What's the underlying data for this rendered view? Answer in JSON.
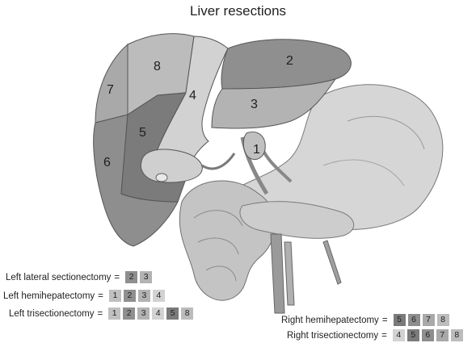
{
  "title": "Liver resections",
  "segments": [
    {
      "id": "1",
      "label": "1"
    },
    {
      "id": "2",
      "label": "2"
    },
    {
      "id": "3",
      "label": "3"
    },
    {
      "id": "4",
      "label": "4"
    },
    {
      "id": "5",
      "label": "5"
    },
    {
      "id": "6",
      "label": "6"
    },
    {
      "id": "7",
      "label": "7"
    },
    {
      "id": "8",
      "label": "8"
    }
  ],
  "colors": {
    "seg1": "#c0c0c0",
    "seg2": "#8f8f8f",
    "seg3": "#b3b3b3",
    "seg4": "#d2d2d2",
    "seg5": "#7b7b7b",
    "seg6": "#8e8e8e",
    "seg7": "#a9a9a9",
    "seg8": "#bcbcbc",
    "gallbladder": "#cfcfcf",
    "stomach": "#d6d6d6",
    "intestine": "#c4c4c4",
    "vessels": "#9a9a9a",
    "outline": "#555555"
  },
  "resections": [
    {
      "name": "Left lateral sectionectomy",
      "equals": "=",
      "segments": [
        "2",
        "3"
      ]
    },
    {
      "name": "Left hemihepatectomy",
      "equals": "=",
      "segments": [
        "1",
        "2",
        "3",
        "4"
      ]
    },
    {
      "name": "Left trisectionectomy",
      "equals": "=",
      "segments": [
        "1",
        "2",
        "3",
        "4",
        "5",
        "8"
      ]
    },
    {
      "name": "Right hemihepatectomy",
      "equals": "=",
      "segments": [
        "5",
        "6",
        "7",
        "8"
      ]
    },
    {
      "name": "Right trisectionectomy",
      "equals": "=",
      "segments": [
        "4",
        "5",
        "6",
        "7",
        "8"
      ]
    }
  ]
}
